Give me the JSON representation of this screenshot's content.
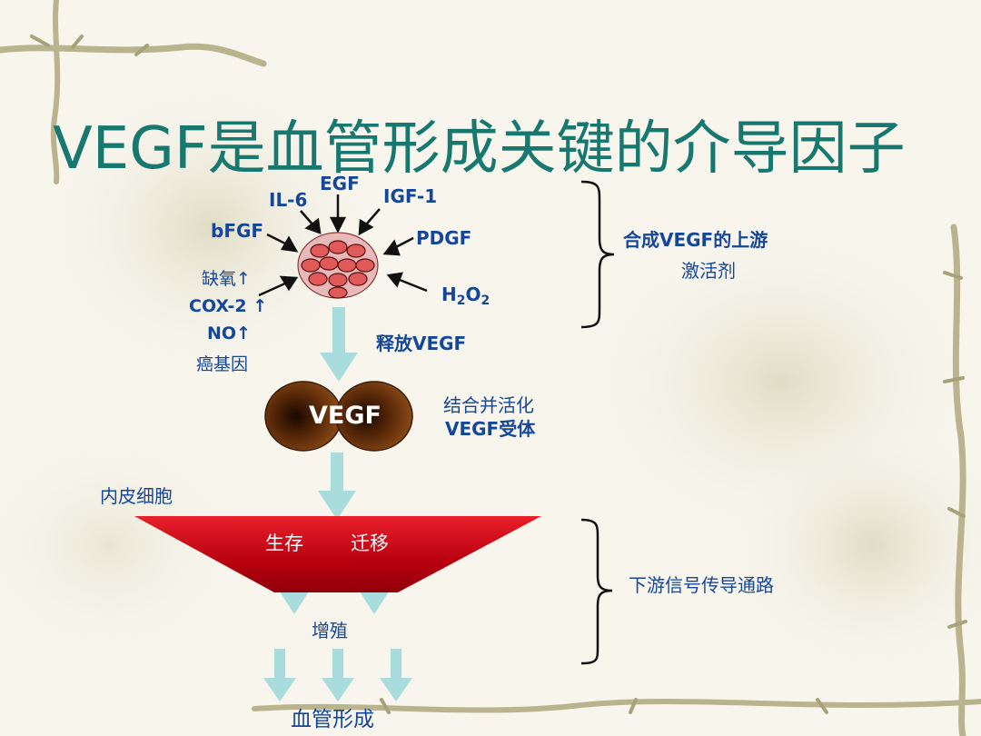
{
  "title": "VEGF是血管形成关键的介导因子",
  "inducers": {
    "egf": "EGF",
    "il6": "IL-6",
    "igf1": "IGF-1",
    "bfgf": "bFGF",
    "pdgf": "PDGF",
    "hypoxia": "缺氧↑",
    "cox2": "COX-2 ↑",
    "no": "NO↑",
    "oncogene": "癌基因",
    "h2o2_h": "H",
    "h2o2_2a": "2",
    "h2o2_o": "O",
    "h2o2_2b": "2"
  },
  "release_label": "释放VEGF",
  "vegf_label": "VEGF",
  "receptor_line1": "结合并活化",
  "receptor_line2": "VEGF受体",
  "endothelial_label": "内皮细胞",
  "survival_label": "生存",
  "migration_label": "迁移",
  "proliferation_label": "增殖",
  "angiogenesis_label": "血管形成",
  "upstream_line1": "合成VEGF的上游",
  "upstream_line2": "激活剂",
  "downstream_label": "下游信号传导通路",
  "colors": {
    "title": "#17786f",
    "text": "#14469a",
    "arrow": "#a9dcdc",
    "vegf_brown": "#7a3a10",
    "endothelial_red": "#d0101a"
  }
}
